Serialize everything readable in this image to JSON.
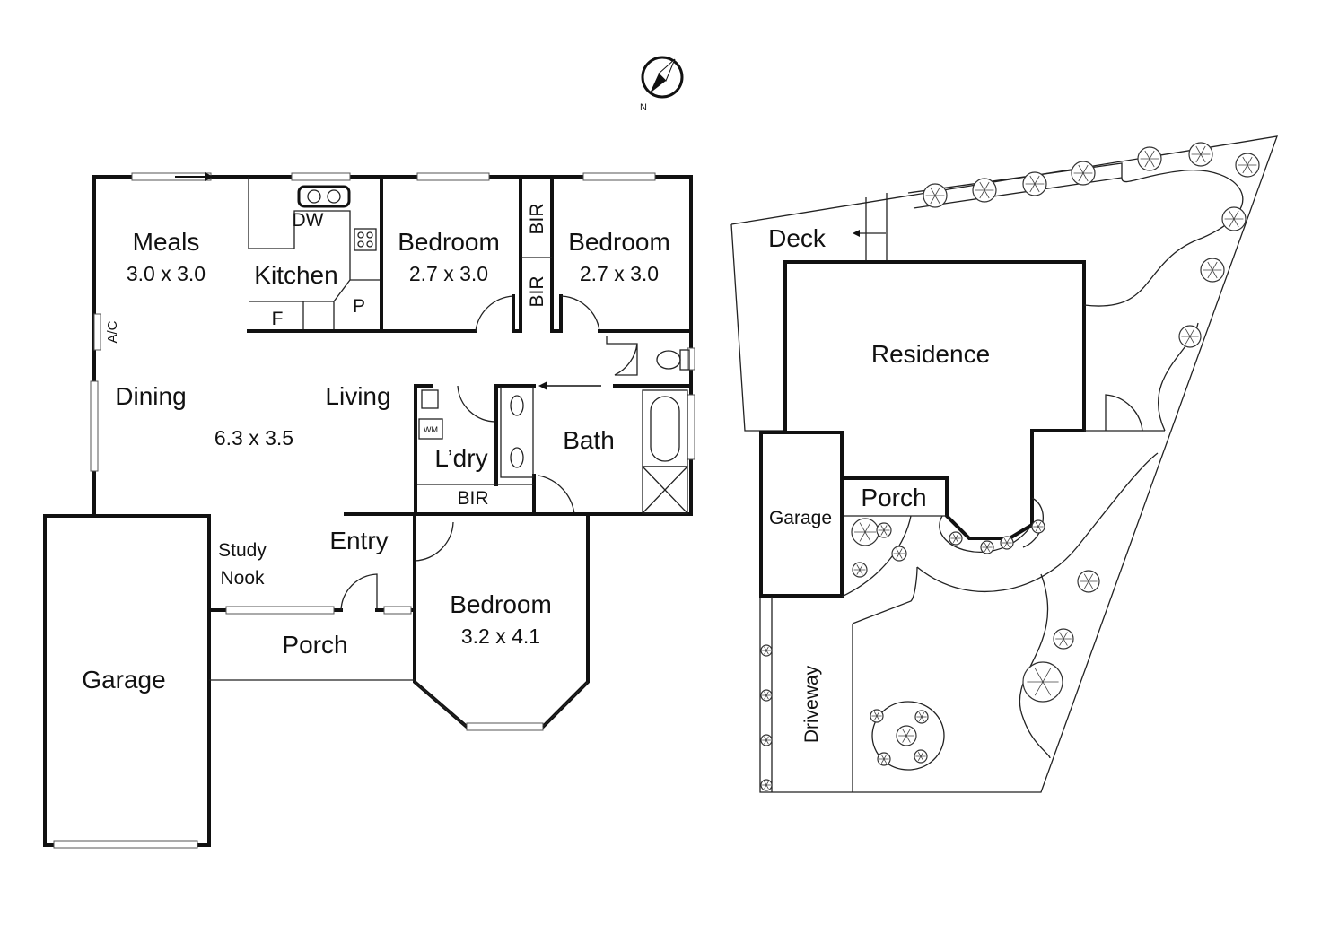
{
  "compass": {
    "label": "N"
  },
  "floor_plan": {
    "rooms": {
      "meals": {
        "name": "Meals",
        "size": "3.0 x 3.0"
      },
      "kitchen": {
        "name": "Kitchen"
      },
      "dw": "DW",
      "fridge": "F",
      "pantry": "P",
      "bedroom1": {
        "name": "Bedroom",
        "size": "2.7 x 3.0"
      },
      "bedroom2": {
        "name": "Bedroom",
        "size": "2.7 x 3.0"
      },
      "bir1": "BIR",
      "bir2": "BIR",
      "ac": "A/C",
      "dining": {
        "name": "Dining"
      },
      "living": {
        "name": "Living",
        "size": "6.3 x 3.5"
      },
      "laundry": {
        "name": "L’dry"
      },
      "wm": "WM",
      "bir3": "BIR",
      "bath": {
        "name": "Bath"
      },
      "entry": {
        "name": "Entry"
      },
      "study": {
        "line1": "Study",
        "line2": "Nook"
      },
      "porch": {
        "name": "Porch"
      },
      "bedroom3": {
        "name": "Bedroom",
        "size": "3.2 x 4.1"
      },
      "garage": {
        "name": "Garage"
      }
    }
  },
  "site_plan": {
    "deck": "Deck",
    "residence": "Residence",
    "garage": "Garage",
    "porch": "Porch",
    "driveway": "Driveway"
  }
}
